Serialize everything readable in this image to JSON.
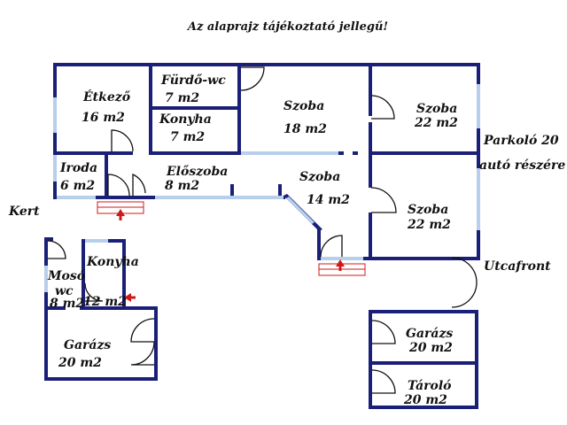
{
  "title": "Az alaprajz tájékoztató jellegű!",
  "rooms": {
    "etkezo": {
      "name": "Étkező",
      "area": "16 m2"
    },
    "furdo": {
      "name": "Fürdő-wc",
      "area": "7 m2"
    },
    "konyha1": {
      "name": "Konyha",
      "area": "7 m2"
    },
    "szoba18": {
      "name": "Szoba",
      "area": "18 m2"
    },
    "szoba22a": {
      "name": "Szoba",
      "area": "22 m2"
    },
    "iroda": {
      "name": "Iroda",
      "area": "6 m2"
    },
    "eloszoba": {
      "name": "Előszoba",
      "area": "8 m2"
    },
    "szoba14": {
      "name": "Szoba",
      "area": "14 m2"
    },
    "szoba22b": {
      "name": "Szoba",
      "area": "22 m2"
    },
    "moso": {
      "name1": "Mosó",
      "name2": "wc",
      "area": "8 m2"
    },
    "konyha2": {
      "name": "Konyha",
      "area": "12 m2"
    },
    "garazs1": {
      "name": "Garázs",
      "area": "20 m2"
    },
    "garazs2": {
      "name": "Garázs",
      "area": "20 m2"
    },
    "tarolo": {
      "name": "Tároló",
      "area": "20 m2"
    }
  },
  "outside": {
    "kert": "Kert",
    "parkolo1": "Parkoló 20",
    "parkolo2": "autó részére",
    "utcafront": "Utcafront"
  },
  "colors": {
    "wall": "#1a1f78",
    "window": "#b7cfea",
    "entrance": "#d01818"
  }
}
